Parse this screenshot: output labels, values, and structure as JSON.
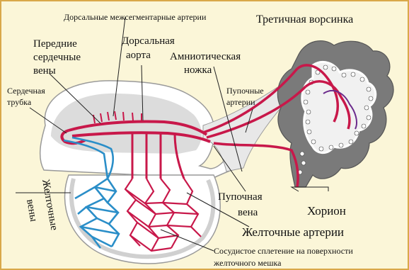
{
  "labels": {
    "dorsal_intersegmental_arteries": "Дорсальные межсегментарные артерии",
    "tertiary_villus": "Третичная ворсинка",
    "anterior_cardinal_veins_1": "Передние",
    "anterior_cardinal_veins_2": "сердечные",
    "anterior_cardinal_veins_3": "вены",
    "dorsal_aorta_1": "Дорсальная",
    "dorsal_aorta_2": "аорта",
    "amniotic_stalk_1": "Амниотическая",
    "amniotic_stalk_2": "ножка",
    "heart_tube_1": "Сердечная",
    "heart_tube_2": "трубка",
    "umbilical_arteries_1": "Пупочные",
    "umbilical_arteries_2": "артерии",
    "vitelline_veins_1": "Желточные",
    "vitelline_veins_2": "вены",
    "umbilical_vein_1": "Пупочная",
    "umbilical_vein_2": "вена",
    "chorion": "Хорион",
    "vitelline_arteries": "Желточные артерии",
    "yolk_plexus_1": "Сосудистое сплетение на поверхности",
    "yolk_plexus_2": "желточного мешка"
  },
  "colors": {
    "artery": "#c8184a",
    "vein": "#2a8ec8",
    "background": "#fbf6d8",
    "border": "#d9a84a",
    "chorion": "#6a6a6a"
  }
}
